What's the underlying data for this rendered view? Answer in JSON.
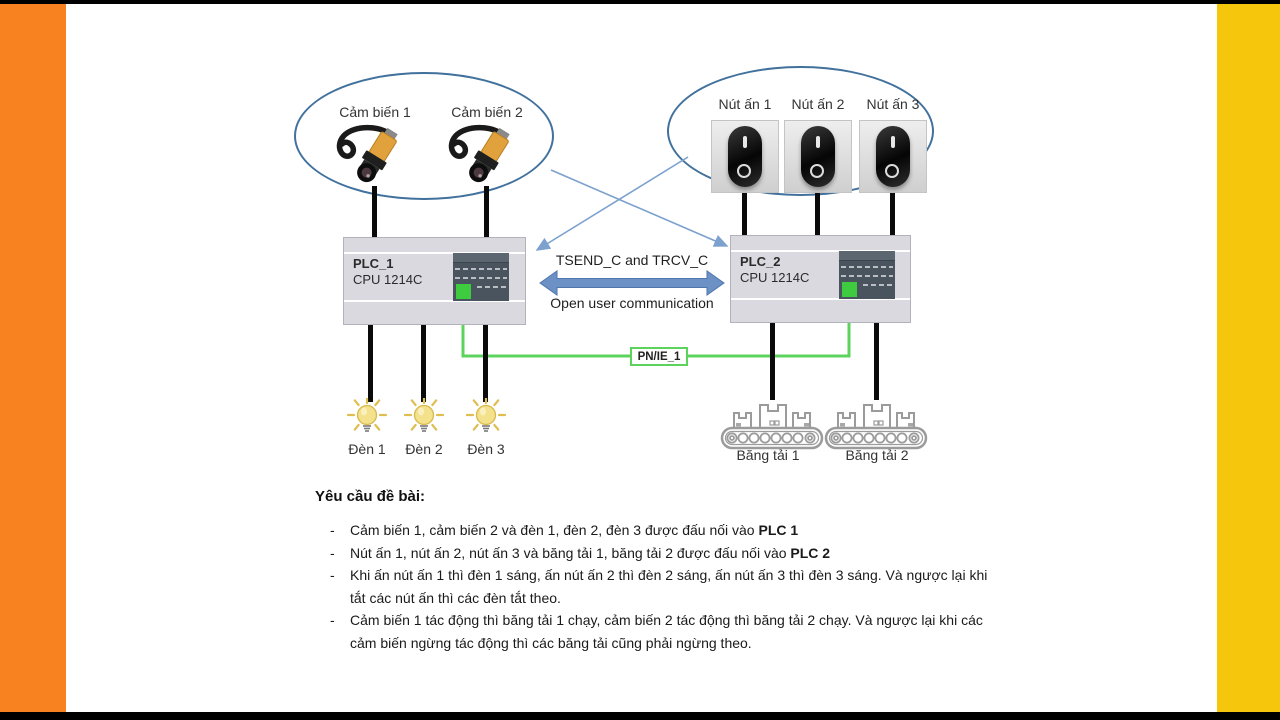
{
  "frame": {
    "left_bar_color": "#F8821F",
    "right_bar_color": "#F5C60C",
    "strip_color": "#000000",
    "ellipse_color": "#41719C"
  },
  "icons": {
    "sensor": "photoelectric-sensor",
    "switch_on_mark": "I-bar",
    "switch_off_mark": "O-ring",
    "lamp": "light-bulb",
    "conveyor": "conveyor-belt",
    "comm_arrow": "double-headed-arrow"
  },
  "diagram": {
    "sensor_group": {
      "sensors": [
        {
          "label": "Cảm biến 1"
        },
        {
          "label": "Cảm biến 2"
        }
      ]
    },
    "button_group": {
      "buttons": [
        {
          "label": "Nút ấn 1"
        },
        {
          "label": "Nút ấn 2"
        },
        {
          "label": "Nút ấn 3"
        }
      ]
    },
    "plc1": {
      "name": "PLC_1",
      "cpu": "CPU 1214C"
    },
    "plc2": {
      "name": "PLC_2",
      "cpu": "CPU 1214C"
    },
    "communication": {
      "protocol_label": "TSEND_C and TRCV_C",
      "mode_label": "Open user communication",
      "arrow_color": "#6C91C4"
    },
    "network": {
      "label": "PN/IE_1",
      "line_color": "#5CD35C"
    },
    "lamps": [
      {
        "label": "Đèn 1"
      },
      {
        "label": "Đèn 2"
      },
      {
        "label": "Đèn 3"
      }
    ],
    "conveyors": [
      {
        "label": "Băng tải 1"
      },
      {
        "label": "Băng tải 2"
      }
    ]
  },
  "requirements": {
    "title": "Yêu cầu đề bài:",
    "dash": "-",
    "items": [
      {
        "text": "Cảm biến 1, cảm biến 2 và đèn 1, đèn 2, đèn 3 được đấu nối vào ",
        "bold": "PLC 1"
      },
      {
        "text": "Nút ấn 1, nút ấn 2, nút ấn 3 và băng tải 1, băng tải 2 được đấu nối vào ",
        "bold": "PLC 2"
      },
      {
        "text": "Khi ấn nút ấn 1 thì đèn 1 sáng, ấn nút ấn 2 thì đèn 2 sáng, ấn nút ấn 3 thì đèn 3 sáng. Và ngược lại khi tắt các nút ấn thì các đèn tắt theo.",
        "bold": ""
      },
      {
        "text": "Cảm biến 1 tác động thì băng tải 1 chạy, cảm biến 2 tác động thì băng tải 2 chạy. Và ngược lại khi các cảm biến ngừng tác động thì các băng tải cũng phải ngừng theo.",
        "bold": ""
      }
    ]
  }
}
